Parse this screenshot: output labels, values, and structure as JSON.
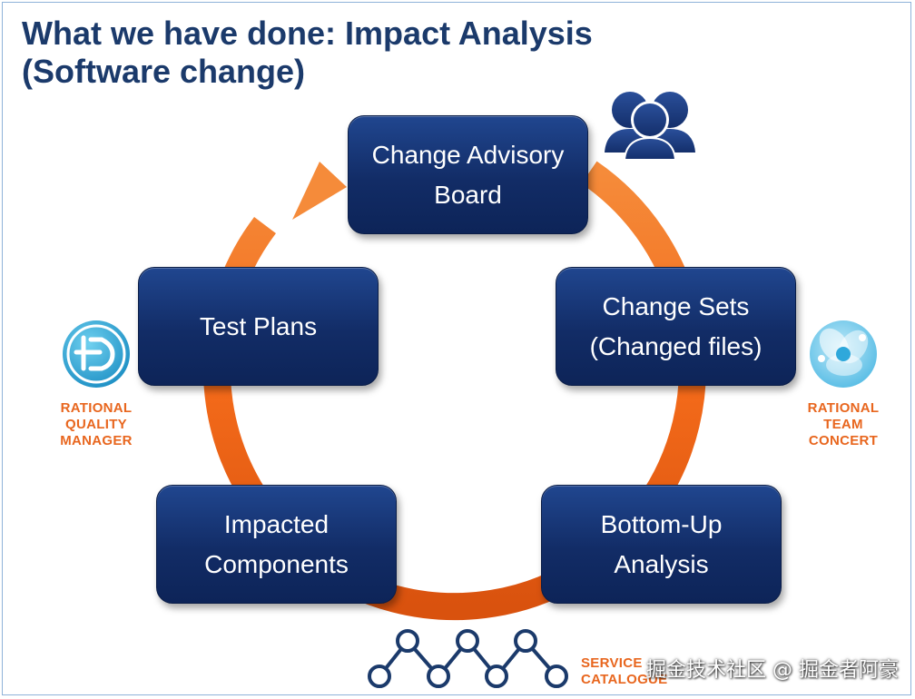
{
  "slide": {
    "title_line1": "What we have done: Impact Analysis",
    "title_line2": "(Software change)"
  },
  "nodes": {
    "cab": {
      "line1": "Change Advisory",
      "line2": "Board"
    },
    "change_sets": {
      "line1": "Change Sets",
      "line2": "(Changed files)"
    },
    "bottom_up": {
      "line1": "Bottom-Up",
      "line2": "Analysis"
    },
    "impacted": {
      "line1": "Impacted",
      "line2": "Components"
    },
    "test_plans": {
      "line1": "Test Plans"
    }
  },
  "logos": {
    "rqm": {
      "line1": "RATIONAL",
      "line2": "QUALITY",
      "line3": "MANAGER",
      "icon": "rational-quality-manager-logo"
    },
    "rtc": {
      "line1": "RATIONAL",
      "line2": "TEAM",
      "line3": "CONCERT",
      "icon": "rational-team-concert-logo"
    },
    "catalogue": {
      "line1": "SERVICE",
      "line2": "CATALOGUE",
      "icon": "service-catalogue-graph-icon"
    },
    "people": {
      "icon": "people-group-icon"
    }
  },
  "watermark": {
    "text": "掘金技术社区 @ 掘金者阿豪"
  },
  "colors": {
    "title": "#1b3a6b",
    "node": "#142f6b",
    "cycle_arrow": "#f26a1b",
    "brand_text": "#e8661e"
  }
}
